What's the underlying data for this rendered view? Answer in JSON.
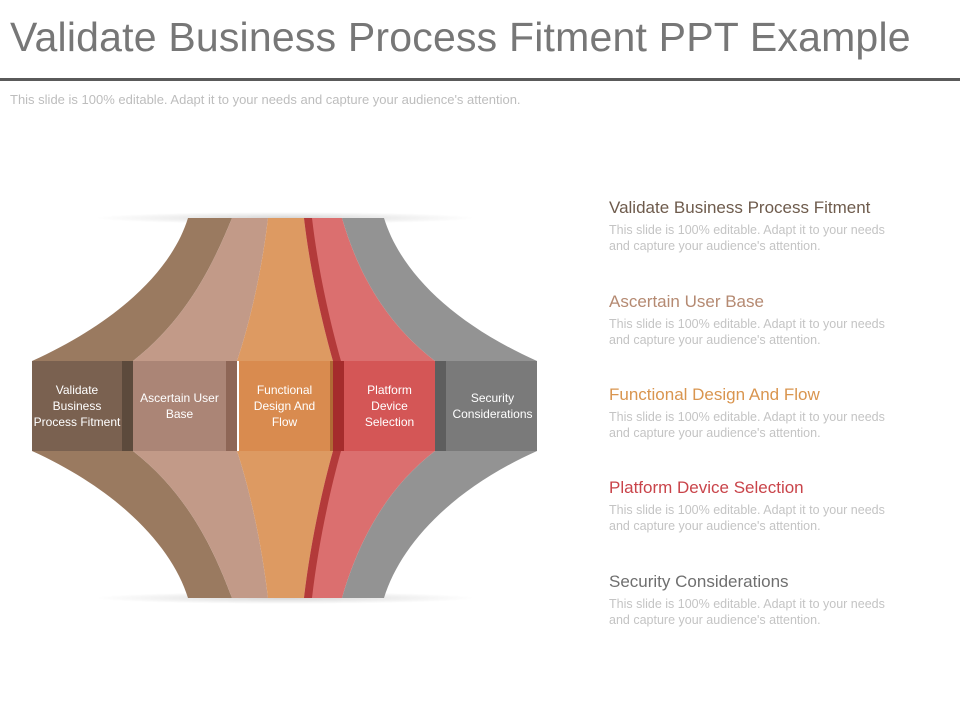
{
  "slide": {
    "title": "Validate Business Process Fitment PPT Example",
    "subtitle": "This slide is 100% editable. Adapt it to your needs and capture your audience's attention."
  },
  "colors": {
    "brown": "#9a7a60",
    "tan": "#c29a88",
    "orange": "#dd9a62",
    "red": "#db6f6f",
    "gray": "#939393",
    "title_text": "#777777",
    "rule": "#5a5a5a"
  },
  "diagram": {
    "stages": [
      {
        "label": "Validate Business Process Fitment",
        "color_key": "brown"
      },
      {
        "label": "Ascertain User Base",
        "color_key": "tan"
      },
      {
        "label": "Functional Design And Flow",
        "color_key": "orange"
      },
      {
        "label": "Platform Device Selection",
        "color_key": "red"
      },
      {
        "label": "Security Considerations",
        "color_key": "gray"
      }
    ]
  },
  "legend": {
    "items": [
      {
        "title": "Validate Business Process Fitment",
        "desc": "This slide is 100% editable. Adapt it to your needs and capture your audience's attention.",
        "color": "#6e5b4c"
      },
      {
        "title": "Ascertain User Base",
        "desc": "This slide is 100% editable. Adapt it to your needs and capture your audience's attention.",
        "color": "#b58a72"
      },
      {
        "title": "Functional Design And Flow",
        "desc": "This slide is 100% editable. Adapt it to your needs and capture your audience's attention.",
        "color": "#d9954f"
      },
      {
        "title": "Platform Device Selection",
        "desc": "This slide is 100% editable. Adapt it to your needs and capture your audience's attention.",
        "color": "#c9444a"
      },
      {
        "title": "Security Considerations",
        "desc": "This slide is 100% editable. Adapt it to your needs and capture your audience's attention.",
        "color": "#6f6f6f"
      }
    ]
  }
}
